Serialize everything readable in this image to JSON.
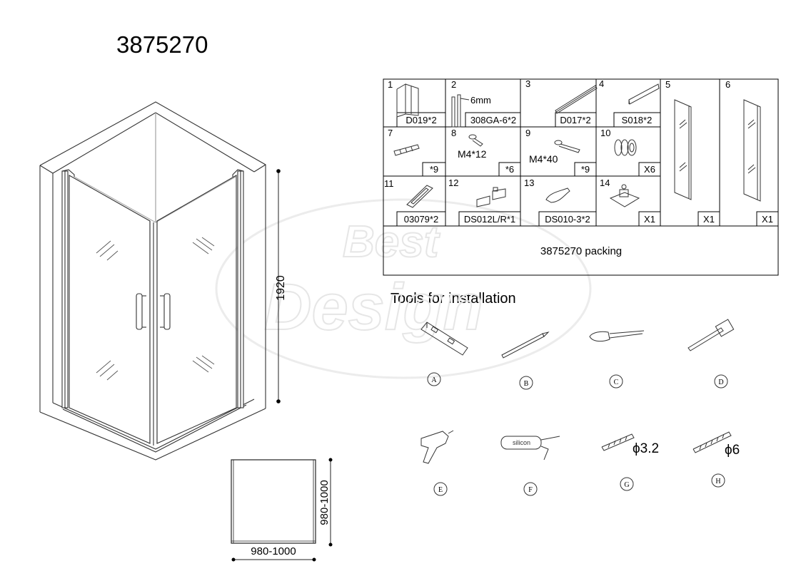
{
  "document": {
    "model_number": "3875270",
    "watermark_text": [
      "Best",
      "Design"
    ],
    "dimensions": {
      "height": "1920",
      "side_depth": "980-1000",
      "front_width": "980-1000"
    }
  },
  "parts": [
    {
      "number": "1",
      "code": "D019*2"
    },
    {
      "number": "2",
      "code": "308GA-6*2",
      "note": "6mm"
    },
    {
      "number": "3",
      "code": "D017*2"
    },
    {
      "number": "4",
      "code": "S018*2"
    },
    {
      "number": "5",
      "code": "X1"
    },
    {
      "number": "6",
      "code": "X1"
    },
    {
      "number": "7",
      "code": "*9"
    },
    {
      "number": "8",
      "code": "*6",
      "note": "M4*12"
    },
    {
      "number": "9",
      "code": "*9",
      "note": "M4*40"
    },
    {
      "number": "10",
      "code": "X6"
    },
    {
      "number": "11",
      "code": "03079*2"
    },
    {
      "number": "12",
      "code": "DS012L/R*1"
    },
    {
      "number": "13",
      "code": "DS010-3*2"
    },
    {
      "number": "14",
      "code": "X1"
    }
  ],
  "packing_label": "3875270 packing",
  "tools": {
    "title": "Tools for installation",
    "items": [
      {
        "letter": "A",
        "name": "spirit level"
      },
      {
        "letter": "B",
        "name": "pencil"
      },
      {
        "letter": "C",
        "name": "screwdriver"
      },
      {
        "letter": "D",
        "name": "hammer"
      },
      {
        "letter": "E",
        "name": "drill"
      },
      {
        "letter": "F",
        "name": "silicone gun",
        "text": "silicon"
      },
      {
        "letter": "G",
        "name": "drill bit",
        "size": "ϕ3.2"
      },
      {
        "letter": "H",
        "name": "drill bit",
        "size": "ϕ6"
      }
    ]
  }
}
